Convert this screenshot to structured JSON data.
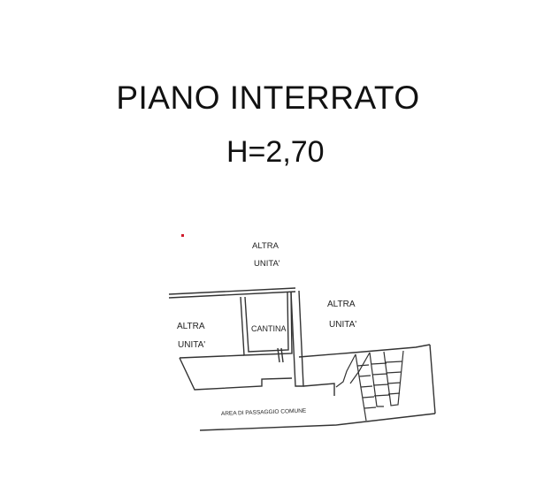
{
  "title": "PIANO INTERRATO",
  "height_label": "H=2,70",
  "plan": {
    "rooms": {
      "cantina": "CANTINA",
      "other_unit_top": [
        "ALTRA",
        "UNITA'"
      ],
      "other_unit_left": [
        "ALTRA",
        "UNITA'"
      ],
      "other_unit_right": [
        "ALTRA",
        "UNITA'"
      ],
      "common_area": "AREA DI PASSAGGIO COMUNE"
    }
  }
}
